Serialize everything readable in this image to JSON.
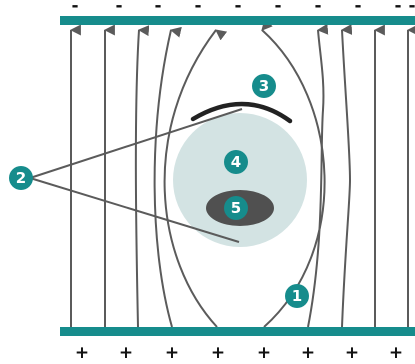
{
  "colors": {
    "plate": "#168c8c",
    "field_line": "#5b5b5b",
    "cell": "#d3e3e3",
    "nucleus": "#505050",
    "membrane_cap": "#222222",
    "badge": "#168c8c",
    "badge_text": "#ffffff",
    "sign_text": "#111111"
  },
  "plates": {
    "top": {
      "sign": "-",
      "sign_count": 10
    },
    "bottom": {
      "sign": "+",
      "sign_count": 8
    }
  },
  "field_lines": {
    "count": 11,
    "direction": "from bottom plate to top plate",
    "arrow_icon": "arrowhead-up-icon"
  },
  "callouts": [
    {
      "id": "1",
      "label": "1"
    },
    {
      "id": "2",
      "label": "2"
    },
    {
      "id": "3",
      "label": "3"
    },
    {
      "id": "4",
      "label": "4"
    },
    {
      "id": "5",
      "label": "5"
    }
  ]
}
